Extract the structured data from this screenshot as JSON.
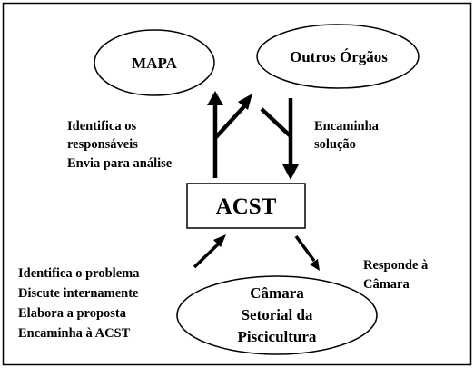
{
  "diagram": {
    "nodes": {
      "mapa": {
        "label": "MAPA"
      },
      "outros": {
        "label": "Outros Órgãos"
      },
      "acst": {
        "label": "ACST"
      },
      "camara": {
        "lines": [
          "Câmara",
          "Setorial da",
          "Piscicultura"
        ]
      }
    },
    "annotations": {
      "acst_to_mapa": [
        "Identifica os",
        "responsáveis",
        "Envia para análise"
      ],
      "outros_to_acst": [
        "Encaminha",
        "solução"
      ],
      "camara_to_acst": [
        "Identifica o problema",
        "Discute internamente",
        "Elabora a proposta",
        "Encaminha à ACST"
      ],
      "acst_to_camara": [
        "Responde à",
        "Câmara"
      ]
    },
    "colors": {
      "stroke": "#000000",
      "background": "#ffffff"
    }
  }
}
